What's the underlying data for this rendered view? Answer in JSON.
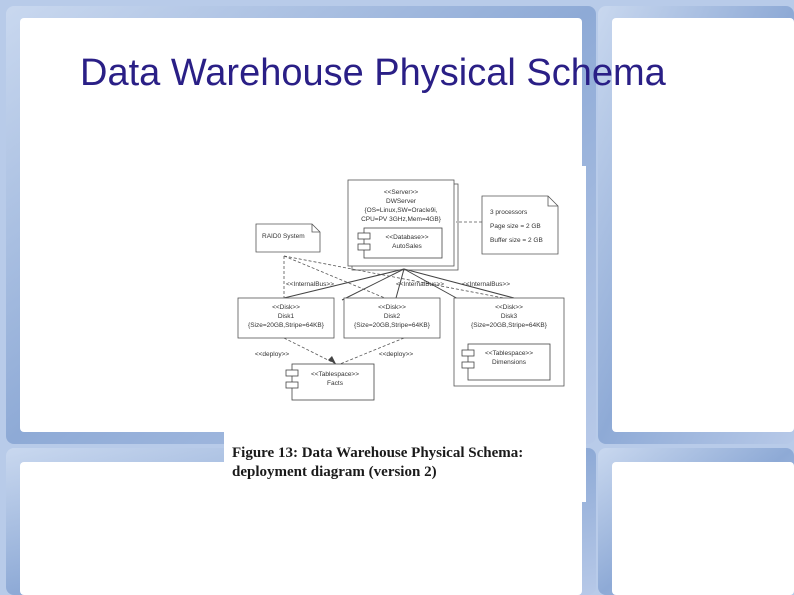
{
  "slide": {
    "title": "Data Warehouse Physical Schema"
  },
  "diagram": {
    "server": {
      "stereotype": "<<Server>>",
      "name": "DWServer",
      "spec_line1": "{OS=Linux,SW=Oracle9i,",
      "spec_line2": "CPU=PV 3GHz,Mem=4GB}"
    },
    "database": {
      "stereotype": "<<Database>>",
      "name": "AutoSales"
    },
    "note_raid": {
      "text": "RAID0 System"
    },
    "note_specs": {
      "line1": "3 processors",
      "line2": "Page size = 2 GB",
      "line3": "Buffer size = 2 GB"
    },
    "bus_labels": [
      "<<InternalBus>>",
      "<<InternalBus>>",
      "<<InternalBus>>"
    ],
    "disks": [
      {
        "stereotype": "<<Disk>>",
        "name": "Disk1",
        "spec": "{Size=20GB,Stripe=64KB}"
      },
      {
        "stereotype": "<<Disk>>",
        "name": "Disk2",
        "spec": "{Size=20GB,Stripe=64KB}"
      },
      {
        "stereotype": "<<Disk>>",
        "name": "Disk3",
        "spec": "{Size=20GB,Stripe=64KB}"
      }
    ],
    "deploy_labels": [
      "<<deploy>>",
      "<<deploy>>"
    ],
    "tablespace_facts": {
      "stereotype": "<<Tablespace>>",
      "name": "Facts"
    },
    "tablespace_dimensions": {
      "stereotype": "<<Tablespace>>",
      "name": "Dimensions"
    },
    "caption": "Figure 13: Data Warehouse Physical Schema: deployment diagram (version 2)"
  }
}
